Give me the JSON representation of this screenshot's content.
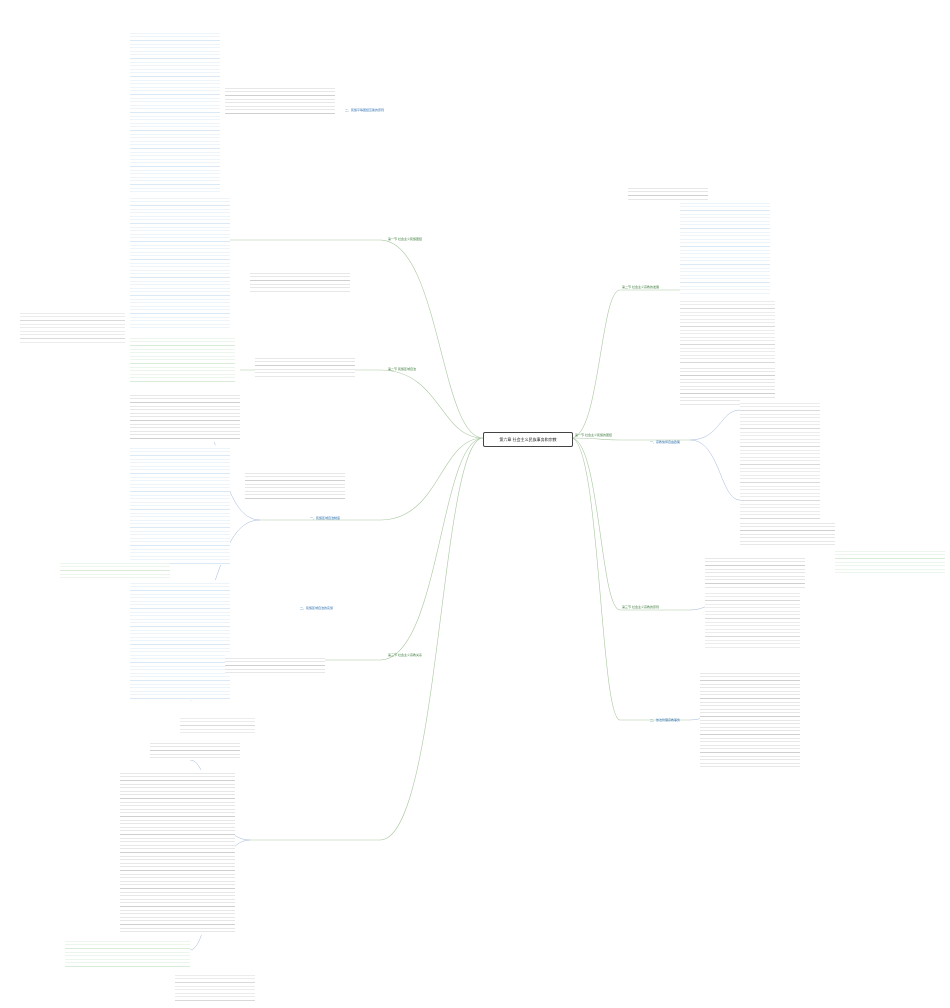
{
  "central_title": "第六章 社会主义民族事务和宗教",
  "branches": {
    "b1": "第一节 社会主义民族的团结",
    "b2": "第二节 社会主义宗教的发展",
    "b3": "第三节 社会主义宗教的原则",
    "b4": "第一节 社会主义民族团结",
    "b5": "第二节 民族区域自治",
    "b6": "第三节 社会主义宗教关系"
  },
  "subs": {
    "s1": "二、民族平等团结互助的原则",
    "s2": "三、各民族共同繁荣发展",
    "s3": "一、民族区域自治制度",
    "s4": "二、民族区域自治的实施",
    "s5": "一、宗教信仰自由政策",
    "s6": "二、依法管理宗教事务"
  },
  "colors": {
    "line": "#a9c7a0",
    "line2": "#9fb7d8",
    "accent": "#3b8a3b"
  }
}
